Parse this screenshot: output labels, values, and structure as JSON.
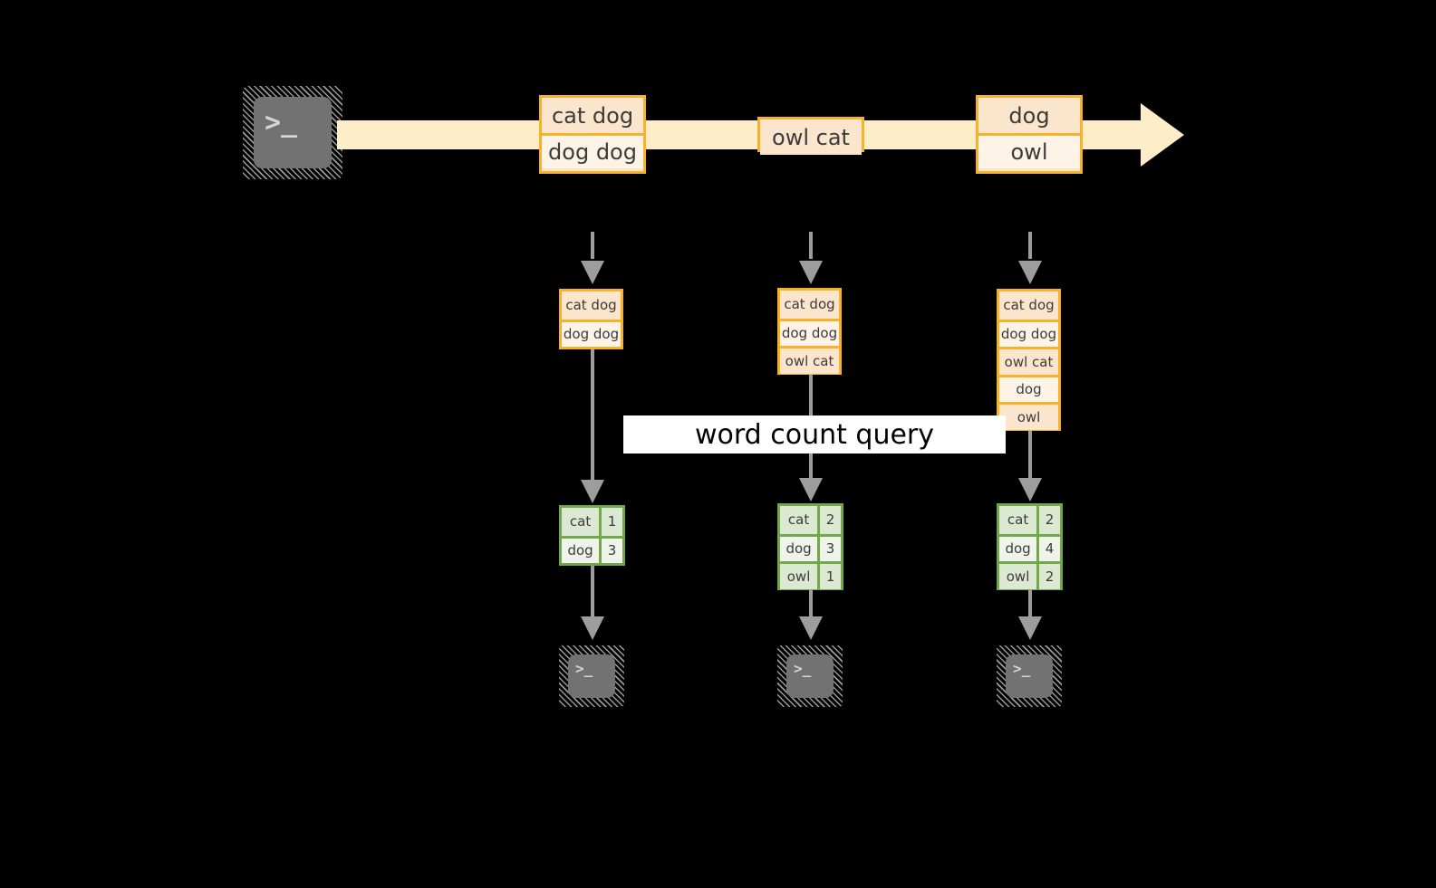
{
  "diagram": {
    "title": "word count query",
    "colors": {
      "background": "#000000",
      "record_border": "#f8b229",
      "record_fill_dark": "#fce5cd",
      "record_fill_light": "#fdf3e7",
      "timeline_fill": "#fdeec9",
      "count_border": "#72a74b",
      "count_fill_dark": "#dbe8d2",
      "count_fill_light": "#eef4ea",
      "connector": "#9d9d9d",
      "terminal_body": "#727272",
      "banner_fill": "#ffffff"
    }
  },
  "stream": {
    "source_icon": "terminal-icon",
    "source_prompt": ">_",
    "batches": [
      {
        "lines": [
          "cat dog",
          "dog dog"
        ]
      },
      {
        "lines": [
          "owl cat"
        ]
      },
      {
        "lines": [
          "dog",
          "owl"
        ]
      }
    ]
  },
  "query_label": "word count query",
  "snapshots": [
    {
      "id": "snapshot-1",
      "input_lines": [
        "cat dog",
        "dog dog"
      ],
      "counts": [
        {
          "word": "cat",
          "count": "1"
        },
        {
          "word": "dog",
          "count": "3"
        }
      ],
      "sink_prompt": ">_"
    },
    {
      "id": "snapshot-2",
      "input_lines": [
        "cat dog",
        "dog dog",
        "owl cat"
      ],
      "counts": [
        {
          "word": "cat",
          "count": "2"
        },
        {
          "word": "dog",
          "count": "3"
        },
        {
          "word": "owl",
          "count": "1"
        }
      ],
      "sink_prompt": ">_"
    },
    {
      "id": "snapshot-3",
      "input_lines": [
        "cat dog",
        "dog dog",
        "owl cat",
        "dog",
        "owl"
      ],
      "counts": [
        {
          "word": "cat",
          "count": "2"
        },
        {
          "word": "dog",
          "count": "4"
        },
        {
          "word": "owl",
          "count": "2"
        }
      ],
      "sink_prompt": ">_"
    }
  ]
}
